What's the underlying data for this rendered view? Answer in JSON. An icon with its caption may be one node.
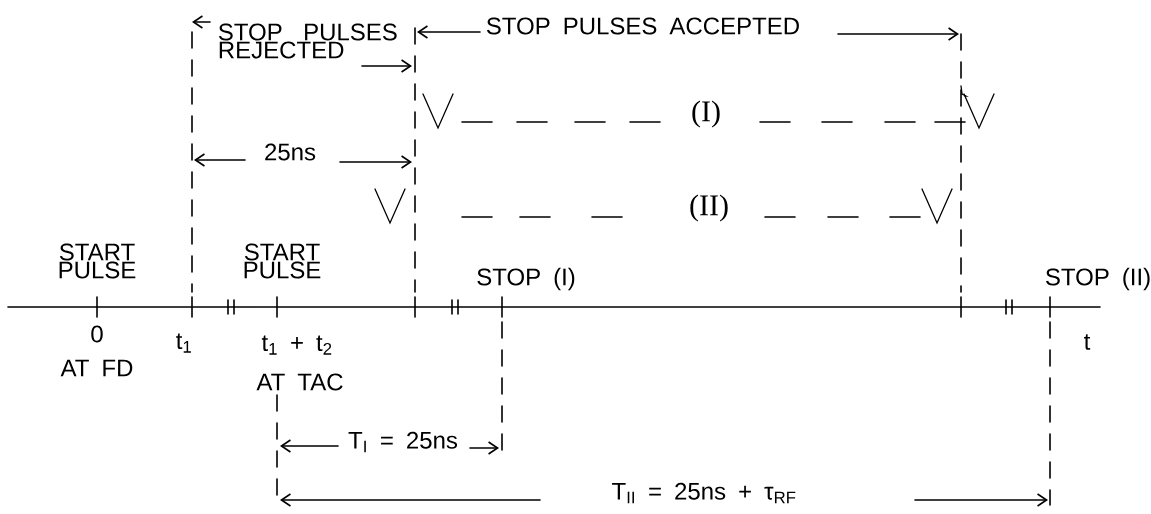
{
  "diagram": {
    "labels": [
      "STOP PULSES REJECTED",
      "STOP PULSES ACCEPTED",
      "25ns",
      "(I)",
      "(II)",
      "START PULSE",
      "START PULSE",
      "STOP (I)",
      "STOP (II)",
      "0",
      "t$_{1}$",
      "t$_{1}$ + t$_{2}$",
      "t",
      "AT FD",
      "AT TAC",
      "T$_{I}$ = 25ns",
      "T$_{II}$ = 25ns + τ$_{RF}$"
    ]
  }
}
